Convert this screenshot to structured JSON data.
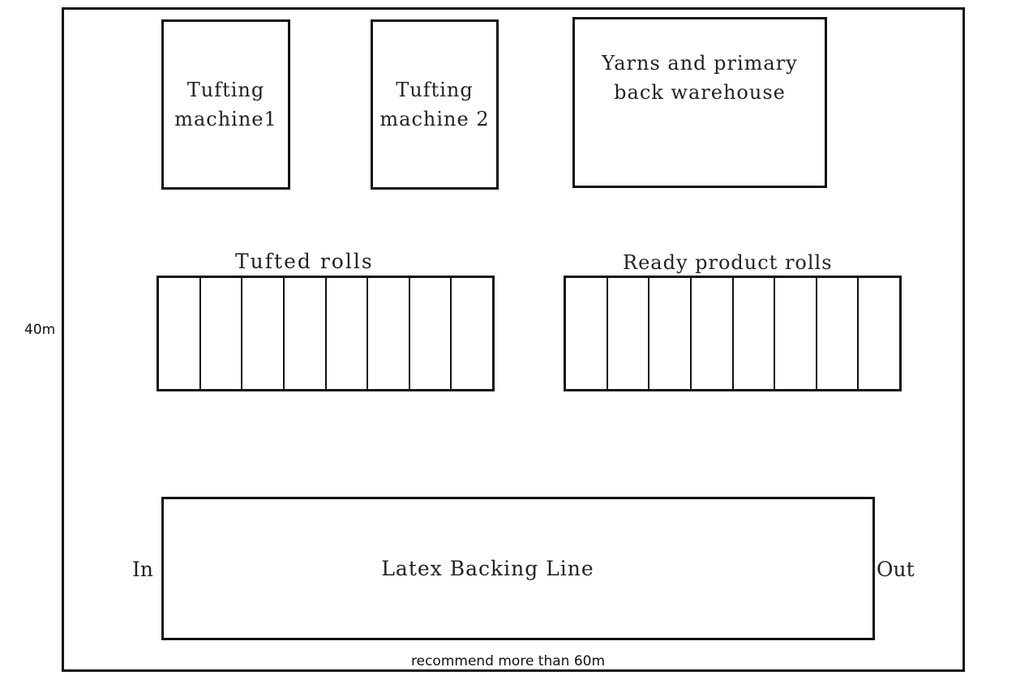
{
  "layout": {
    "dimension_height": "40m",
    "dimension_width": "recommend more than 60m"
  },
  "machines": [
    {
      "label": "Tufting\nmachine1"
    },
    {
      "label": "Tufting\nmachine 2"
    },
    {
      "label": "Yarns and primary\nback warehouse"
    }
  ],
  "storage": {
    "tufted_label": "Tufted rolls",
    "tufted_slots": 8,
    "ready_label": "Ready product rolls",
    "ready_slots": 8
  },
  "line": {
    "label": "Latex Backing Line",
    "in_label": "In",
    "out_label": "Out"
  }
}
